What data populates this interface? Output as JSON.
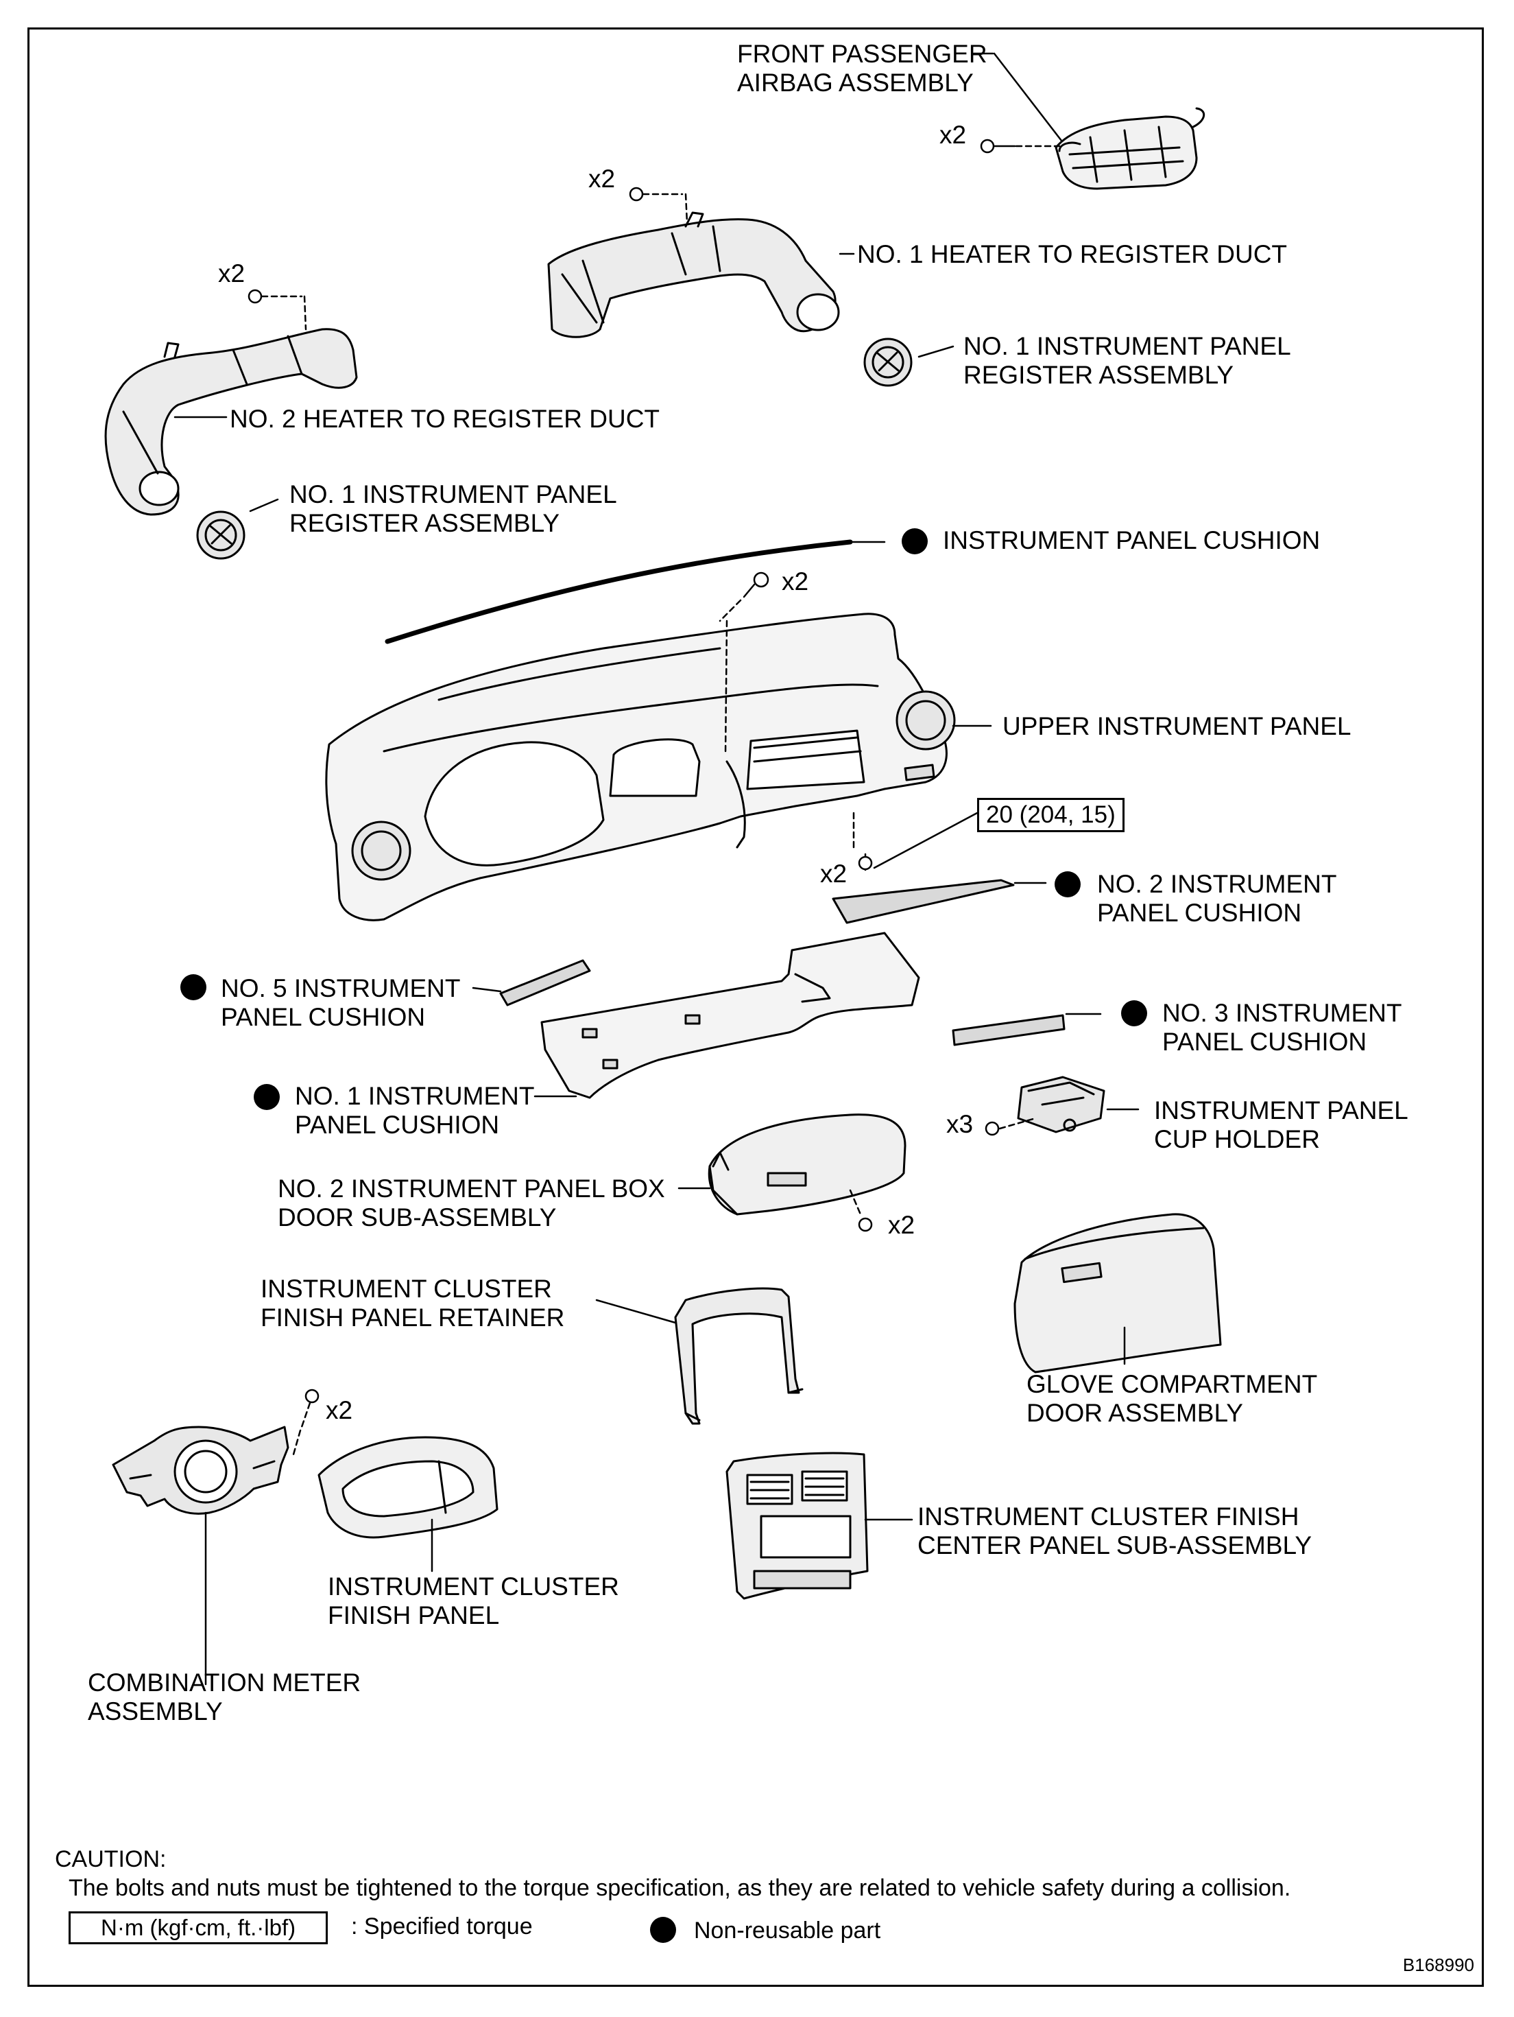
{
  "labels": {
    "front_passenger_airbag": [
      "FRONT PASSENGER",
      "AIRBAG ASSEMBLY"
    ],
    "no1_heater_duct": [
      "NO. 1 HEATER TO REGISTER DUCT"
    ],
    "no1_register_right": [
      "NO. 1 INSTRUMENT PANEL",
      "REGISTER ASSEMBLY"
    ],
    "no2_heater_duct": [
      "NO. 2 HEATER TO REGISTER DUCT"
    ],
    "no1_register_left": [
      "NO. 1 INSTRUMENT PANEL",
      "REGISTER ASSEMBLY"
    ],
    "panel_cushion": [
      "INSTRUMENT PANEL CUSHION"
    ],
    "upper_panel": [
      "UPPER INSTRUMENT PANEL"
    ],
    "no2_cushion": [
      "NO. 2 INSTRUMENT",
      "PANEL CUSHION"
    ],
    "no5_cushion": [
      "NO. 5 INSTRUMENT",
      "PANEL CUSHION"
    ],
    "no3_cushion": [
      "NO. 3 INSTRUMENT",
      "PANEL CUSHION"
    ],
    "no1_cushion": [
      "NO. 1 INSTRUMENT",
      "PANEL CUSHION"
    ],
    "cup_holder": [
      "INSTRUMENT PANEL",
      "CUP HOLDER"
    ],
    "box_door": [
      "NO. 2 INSTRUMENT PANEL BOX",
      "DOOR SUB-ASSEMBLY"
    ],
    "cluster_retainer": [
      "INSTRUMENT CLUSTER",
      "FINISH PANEL RETAINER"
    ],
    "glove_door": [
      "GLOVE COMPARTMENT",
      "DOOR ASSEMBLY"
    ],
    "cluster_finish_panel": [
      "INSTRUMENT CLUSTER",
      "FINISH PANEL"
    ],
    "center_panel": [
      "INSTRUMENT CLUSTER FINISH",
      "CENTER PANEL SUB-ASSEMBLY"
    ],
    "combination_meter": [
      "COMBINATION METER",
      "ASSEMBLY"
    ]
  },
  "quantities": {
    "airbag": "x2",
    "no1_duct": "x2",
    "no2_duct": "x2",
    "upper_panel_top": "x2",
    "upper_panel_bottom": "x2",
    "cup_holder": "x3",
    "box_door": "x2",
    "meter": "x2"
  },
  "torque": "20 (204, 15)",
  "caution": {
    "title": "CAUTION:",
    "text": "The bolts and nuts must be tightened to the torque specification, as they are related to vehicle safety during a collision."
  },
  "legend": {
    "torque_box": "N·m (kgf·cm, ft.·lbf)",
    "torque_text": ": Specified torque",
    "nonreusable_text": "Non-reusable part"
  },
  "figure_id": "B168990"
}
